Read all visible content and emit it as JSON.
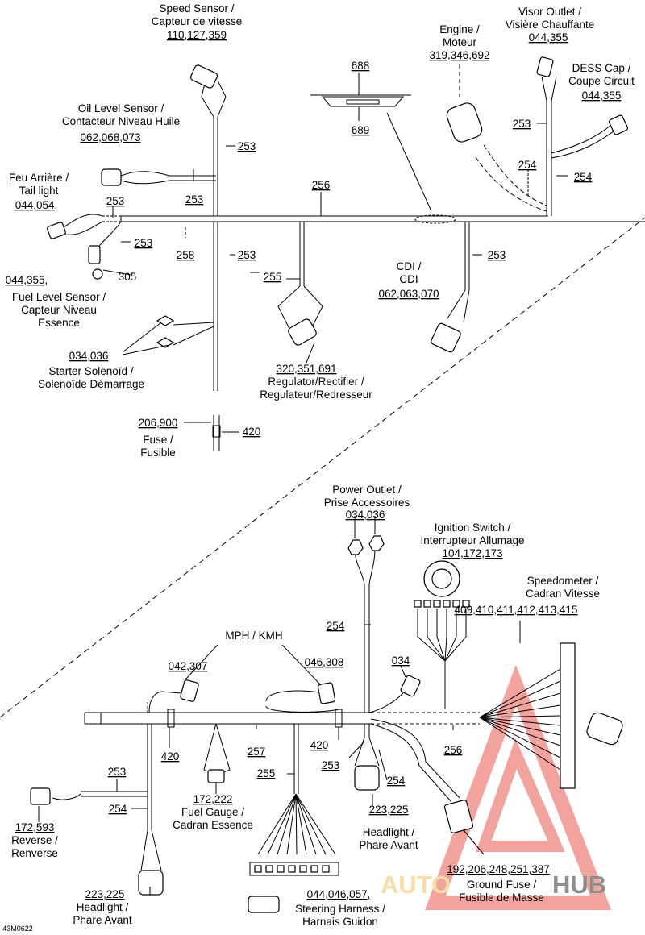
{
  "labels": {
    "speed_sensor": [
      "Speed Sensor /",
      "Capteur de vitesse",
      "110,127,359"
    ],
    "oil_level": [
      "Oil Level Sensor /",
      "Contacteur Niveau Huile",
      "062,068,073"
    ],
    "tail_light": [
      "Feu Arrière /",
      "Tail light",
      "044,054,"
    ],
    "fuel_level": [
      "044,355,",
      "Fuel Level Sensor /",
      "Capteur Niveau",
      "Essence"
    ],
    "starter": [
      "034,036",
      "Starter Solenoïd /",
      "Solenoïde Démarrage"
    ],
    "fuse": [
      "206,900",
      "Fuse /",
      "Fusible"
    ],
    "regulator": [
      "320,351,691",
      "Regulator/Rectifier /",
      "Regulateur/Redresseur"
    ],
    "cdi": [
      "CDI /",
      "CDI",
      "062,063,070"
    ],
    "engine": [
      "Engine /",
      "Moteur",
      "319,346,692"
    ],
    "visor": [
      "Visor Outlet /",
      "Visière Chauffante",
      "044,355"
    ],
    "dess": [
      "DESS Cap /",
      "Coupe Circuit",
      "044,355"
    ],
    "power_outlet": [
      "Power Outlet /",
      "Prise Accessoires",
      "034,036"
    ],
    "ignition": [
      "Ignition Switch /",
      "Interrupteur Allumage",
      "104,172,173"
    ],
    "speedometer": [
      "Speedometer /",
      "Cadran Vitesse",
      "409,410,411,412,413,415"
    ],
    "mph_kmh": "MPH / KMH",
    "fuel_gauge": [
      "172,222",
      "Fuel Gauge /",
      "Cadran Essence"
    ],
    "reverse": [
      "172,593",
      "Reverse /",
      "Renverse"
    ],
    "headlight_left": [
      "223,225",
      "Headlight /",
      "Phare Avant"
    ],
    "headlight_mid": [
      "223,225",
      "Headlight /",
      "Phare Avant"
    ],
    "ground_fuse": [
      "192,206,248,251,387",
      "Ground Fuse /",
      "Fusible de Masse"
    ],
    "steering": [
      "044,046,057,",
      "Steering Harness /",
      "Harnais Guidon"
    ]
  },
  "refs": {
    "r688": "688",
    "r689": "689",
    "r253": "253",
    "r254": "254",
    "r255": "255",
    "r256": "256",
    "r257": "257",
    "r258": "258",
    "r305": "305",
    "r420": "420",
    "r042_307": "042,307",
    "r046_308": "046,308",
    "r034": "034"
  },
  "figure_code": "43M0622",
  "watermark": {
    "text_a": "AUTO",
    "text_b": "HUB",
    "accent": "#e8584f",
    "dark": "#222222",
    "gold": "#f2c25a"
  }
}
